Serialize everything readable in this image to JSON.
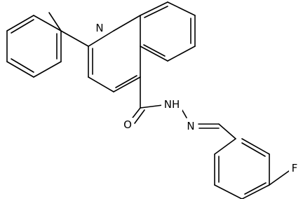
{
  "molecule": {
    "atoms": {
      "N_ring": "N",
      "O": "O",
      "NH": "NH",
      "N_imine": "N",
      "F": "F"
    }
  },
  "colors": {
    "bond": "#000000",
    "background": "#ffffff"
  }
}
